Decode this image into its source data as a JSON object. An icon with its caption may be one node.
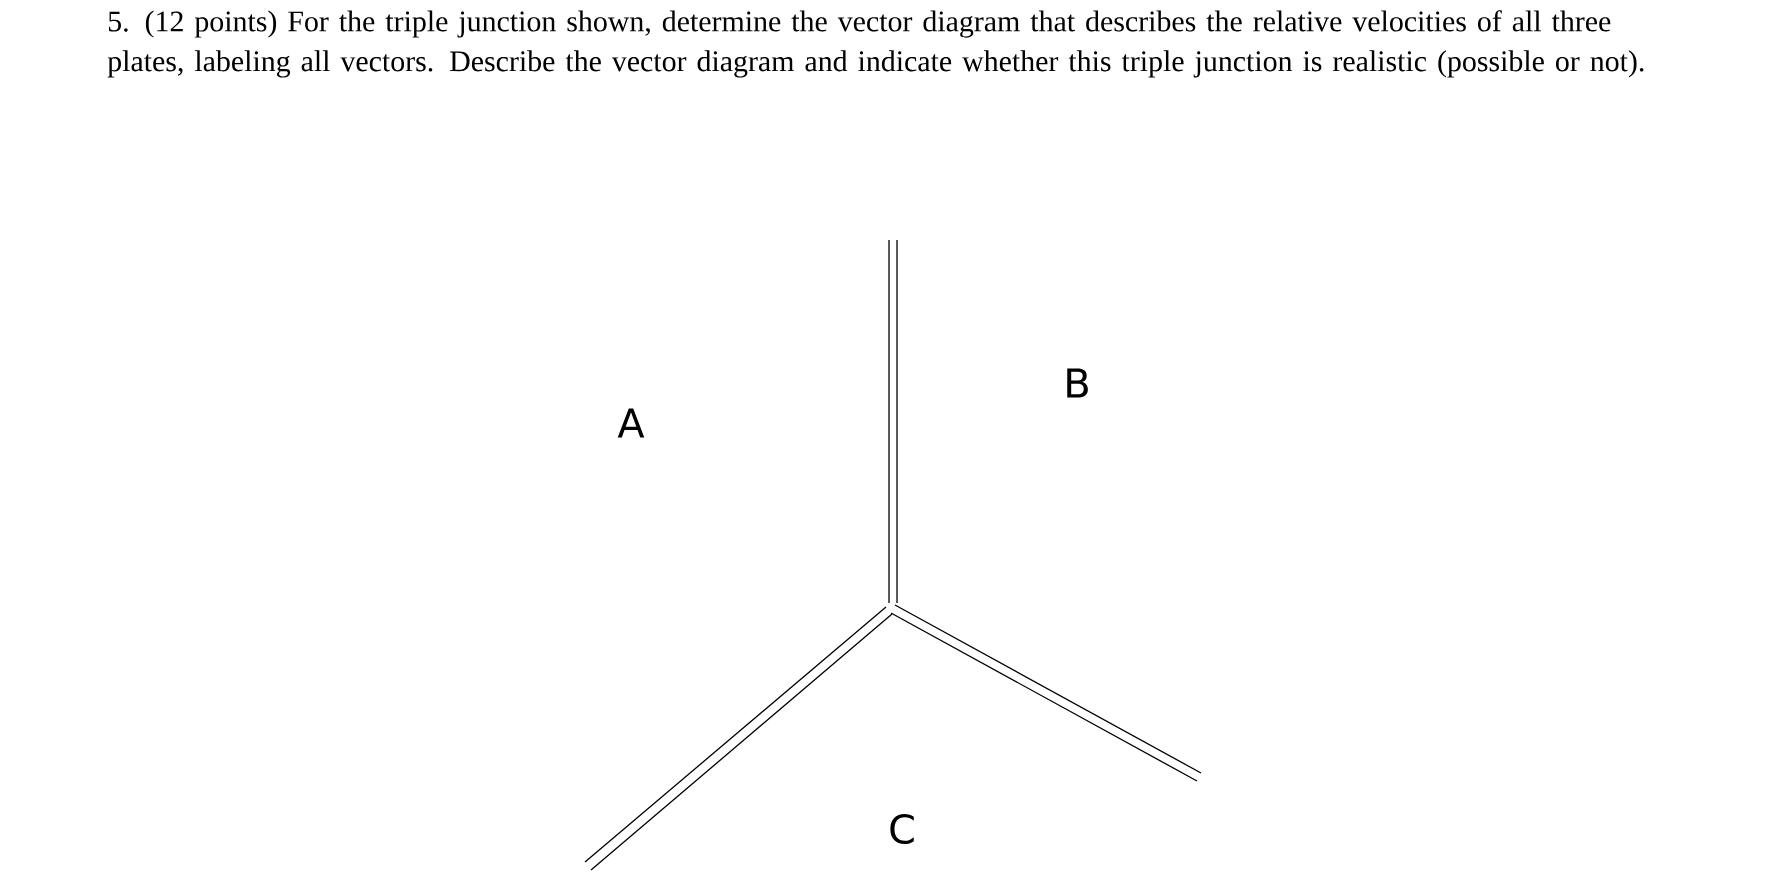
{
  "diagram": {
    "title": "5. (12 points) For the triple junction shown, determine the vector diagram that describes the relative velocities of all three plates, labeling all vectors. Describe the vector diagram and indicate whether this triple junction is realistic (possible or not).",
    "labels": [
      "A",
      "B",
      "C"
    ]
  }
}
